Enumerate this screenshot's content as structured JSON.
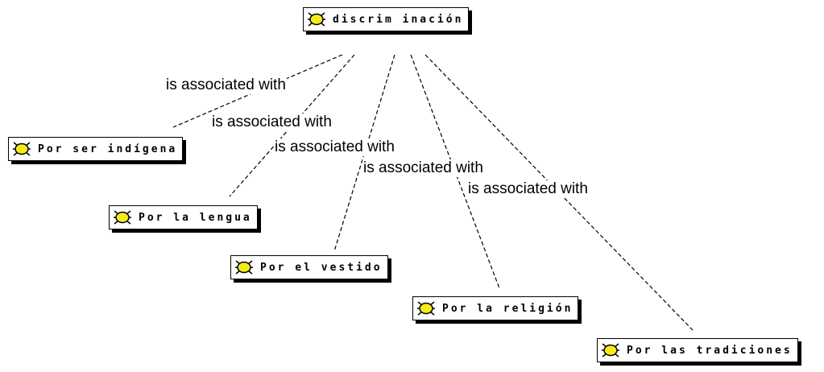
{
  "root": {
    "label": "discrim inación",
    "icon": "concept-icon"
  },
  "concepts": [
    {
      "id": "indigena",
      "label": "Por ser indígena",
      "icon": "concept-icon"
    },
    {
      "id": "lengua",
      "label": "Por la lengua",
      "icon": "concept-icon"
    },
    {
      "id": "vestido",
      "label": "Por el vestido",
      "icon": "concept-icon"
    },
    {
      "id": "religion",
      "label": "Por la religión",
      "icon": "concept-icon"
    },
    {
      "id": "tradiciones",
      "label": "Por las tradiciones",
      "icon": "concept-icon"
    }
  ],
  "links": [
    {
      "label": "is associated with"
    },
    {
      "label": "is associated with"
    },
    {
      "label": "is associated with"
    },
    {
      "label": "is associated with"
    },
    {
      "label": "is associated with"
    }
  ]
}
